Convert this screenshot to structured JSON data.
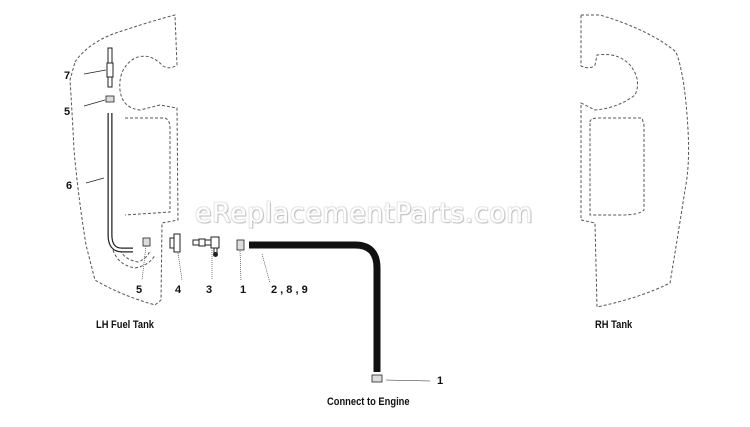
{
  "diagram": {
    "watermark": "eReplacementParts.com",
    "tanks": [
      {
        "id": "lh",
        "label": "LH Fuel Tank"
      },
      {
        "id": "rh",
        "label": "RH Tank"
      }
    ],
    "engine_label": "Connect to Engine",
    "callouts": [
      {
        "id": "7",
        "text": "7",
        "part": "fuel-valve-fitting"
      },
      {
        "id": "5a",
        "text": "5",
        "part": "clamp-upper"
      },
      {
        "id": "6",
        "text": "6",
        "part": "fuel-pickup-tube"
      },
      {
        "id": "5b",
        "text": "5",
        "part": "clamp-lower"
      },
      {
        "id": "4",
        "text": "4",
        "part": "grommet-bushing"
      },
      {
        "id": "3",
        "text": "3",
        "part": "elbow-fitting"
      },
      {
        "id": "1a",
        "text": "1",
        "part": "hose-clamp-tank-side"
      },
      {
        "id": "289",
        "text": "2 , 8 , 9",
        "part": "fuel-line-hose"
      },
      {
        "id": "1b",
        "text": "1",
        "part": "hose-clamp-engine-side"
      }
    ]
  },
  "colors": {
    "line": "#222222",
    "dashed_outline": "#555555",
    "hose": "#111111",
    "background": "#ffffff"
  }
}
